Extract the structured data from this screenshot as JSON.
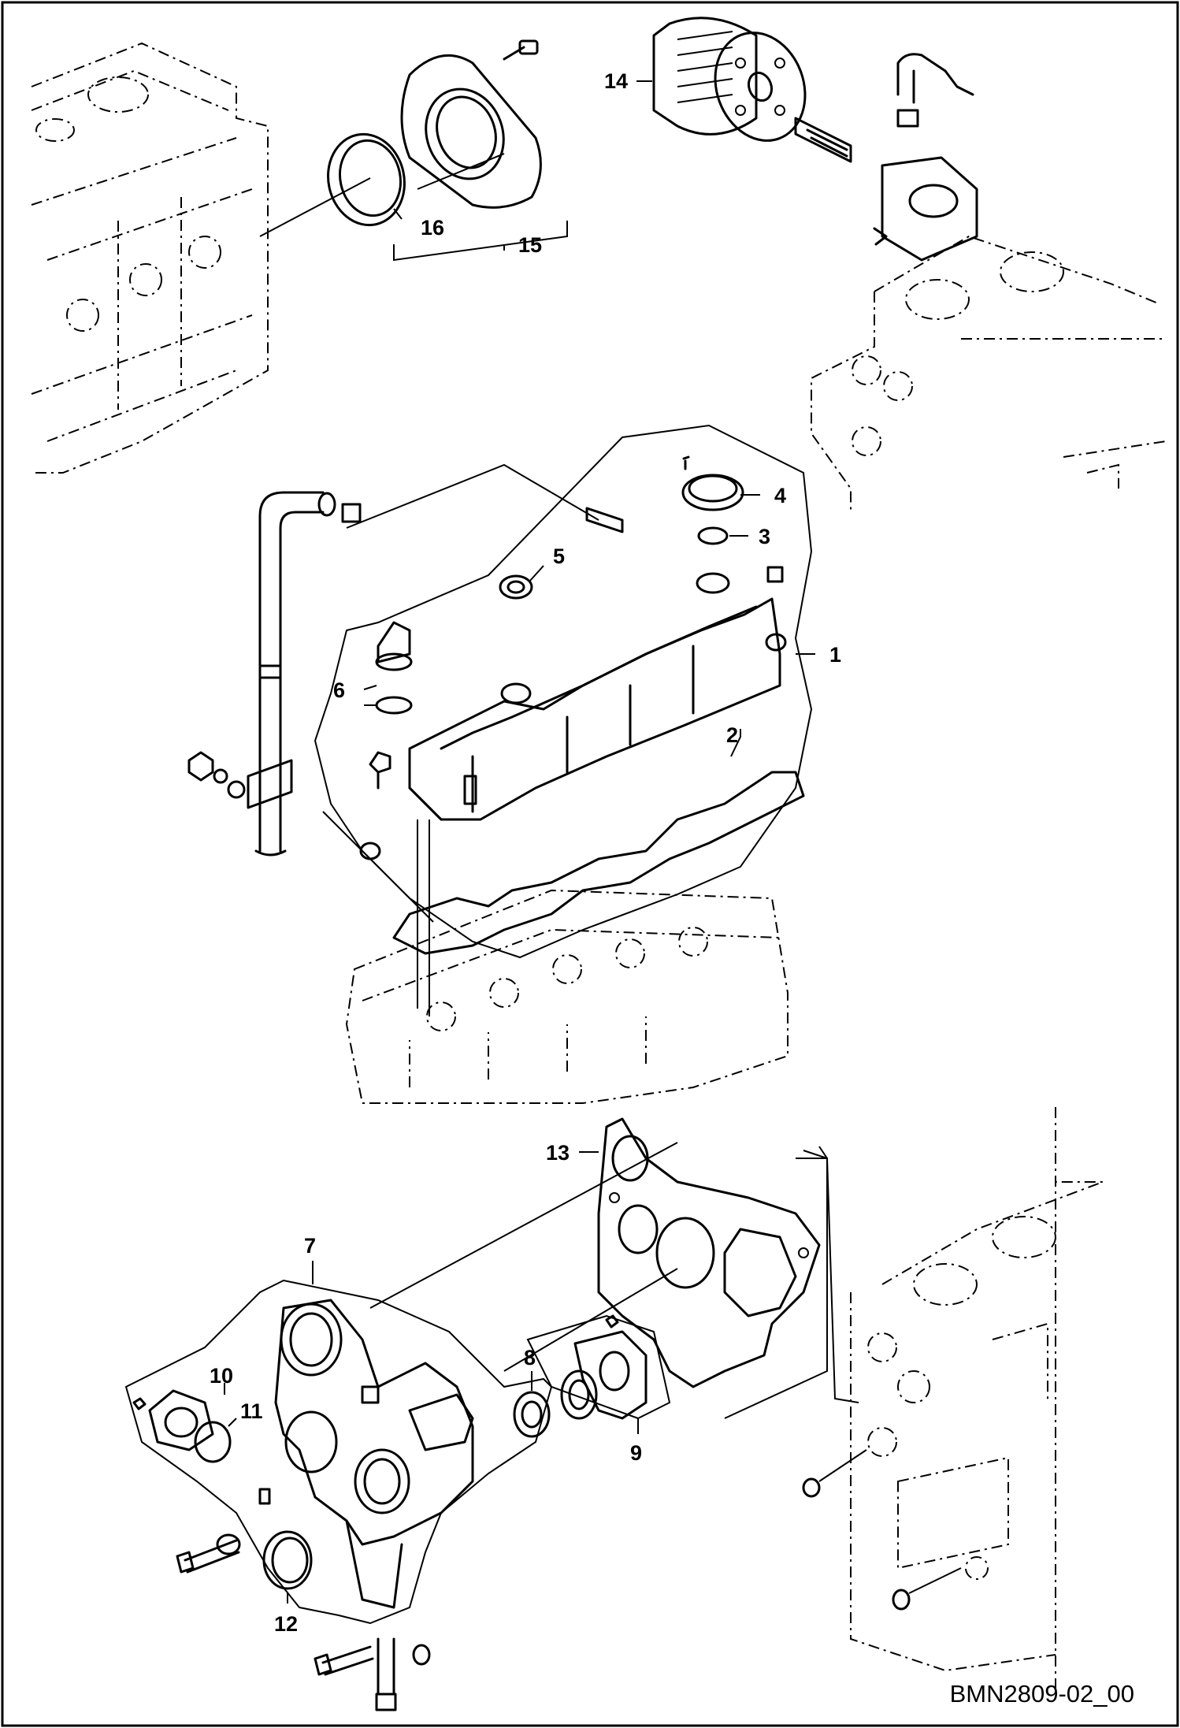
{
  "drawing": {
    "reference_code": "BMN2809-02_00"
  },
  "callouts": [
    {
      "id": "1",
      "label": "1"
    },
    {
      "id": "2",
      "label": "2"
    },
    {
      "id": "3",
      "label": "3"
    },
    {
      "id": "4",
      "label": "4"
    },
    {
      "id": "5",
      "label": "5"
    },
    {
      "id": "6",
      "label": "6"
    },
    {
      "id": "7",
      "label": "7"
    },
    {
      "id": "8",
      "label": "8"
    },
    {
      "id": "9",
      "label": "9"
    },
    {
      "id": "10",
      "label": "10"
    },
    {
      "id": "11",
      "label": "11"
    },
    {
      "id": "12",
      "label": "12"
    },
    {
      "id": "13",
      "label": "13"
    },
    {
      "id": "14",
      "label": "14"
    },
    {
      "id": "15",
      "label": "15"
    },
    {
      "id": "16",
      "label": "16"
    }
  ]
}
